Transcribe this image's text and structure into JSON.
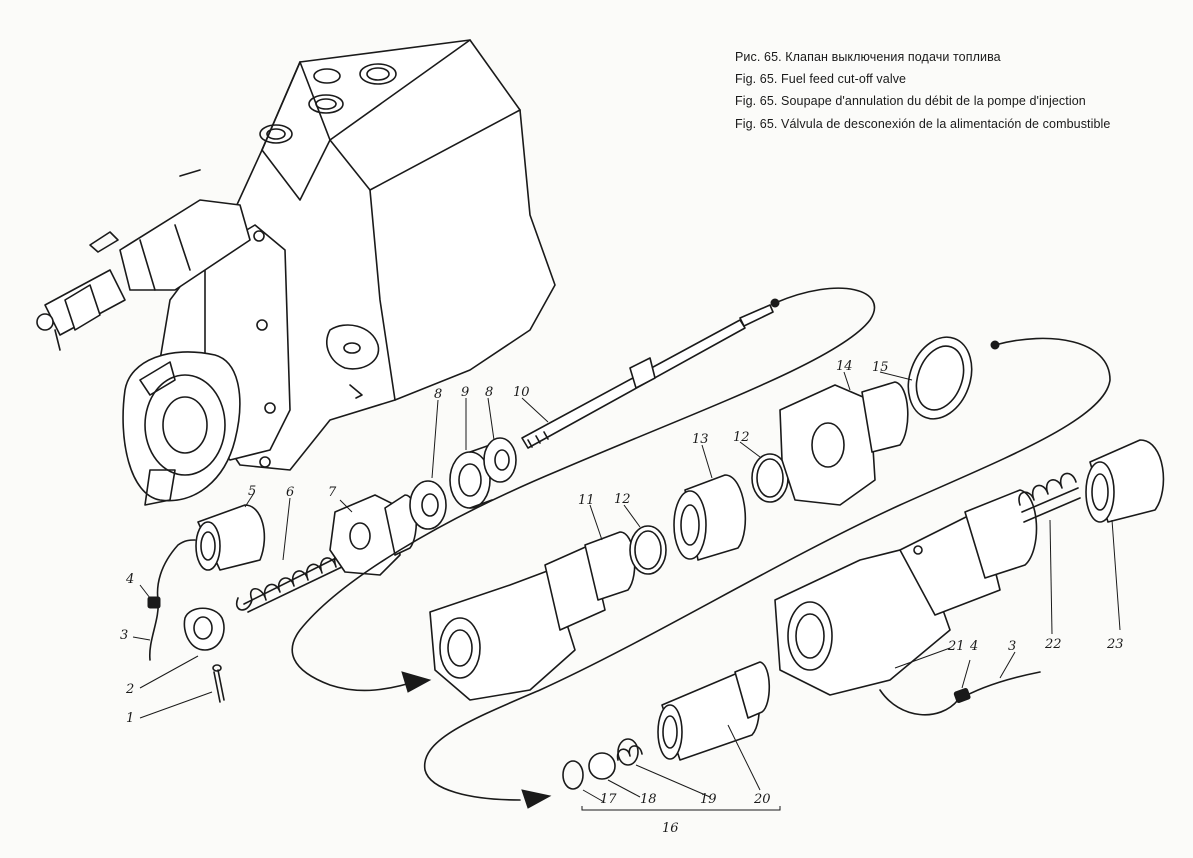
{
  "captions": [
    "Рис. 65. Клапан выключения подачи топлива",
    "Fig. 65. Fuel feed cut-off valve",
    "Fig. 65. Soupape d'annulation du débit de la pompe d'injection",
    "Fig. 65. Válvula de desconexión de la alimentación de combustible"
  ],
  "callouts": {
    "c1": "1",
    "c2": "2",
    "c3a": "3",
    "c3b": "3",
    "c4a": "4",
    "c4b": "4",
    "c5": "5",
    "c6": "6",
    "c7": "7",
    "c8a": "8",
    "c8b": "8",
    "c9": "9",
    "c10": "10",
    "c11": "11",
    "c12a": "12",
    "c12b": "12",
    "c13": "13",
    "c14": "14",
    "c15": "15",
    "c16": "16",
    "c17": "17",
    "c18": "18",
    "c19": "19",
    "c20": "20",
    "c21": "21",
    "c22": "22",
    "c23": "23"
  },
  "colors": {
    "ink": "#1a1a1a",
    "paper": "#fbfbf9"
  }
}
